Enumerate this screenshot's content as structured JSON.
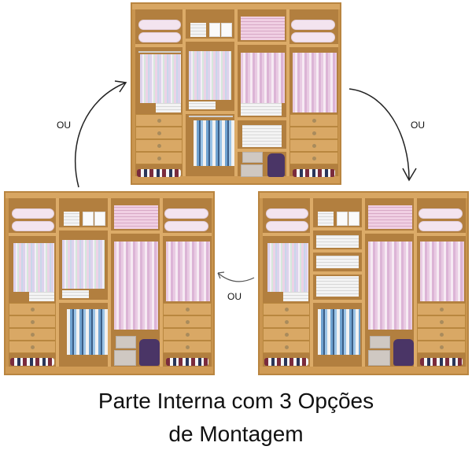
{
  "images": [
    {
      "id": "option-top",
      "alt": "Wardrobe interior configuration option 1"
    },
    {
      "id": "option-left",
      "alt": "Wardrobe interior configuration option 2"
    },
    {
      "id": "option-right",
      "alt": "Wardrobe interior configuration option 3"
    }
  ],
  "arrows": {
    "top_left_label": "OU",
    "top_right_label": "OU",
    "middle_label": "OU"
  },
  "caption": {
    "line1": "Parte Interna com 3 Opções",
    "line2": "de Montagem"
  },
  "colors": {
    "wood": "#c9954f",
    "text": "#111111",
    "background": "#ffffff"
  }
}
